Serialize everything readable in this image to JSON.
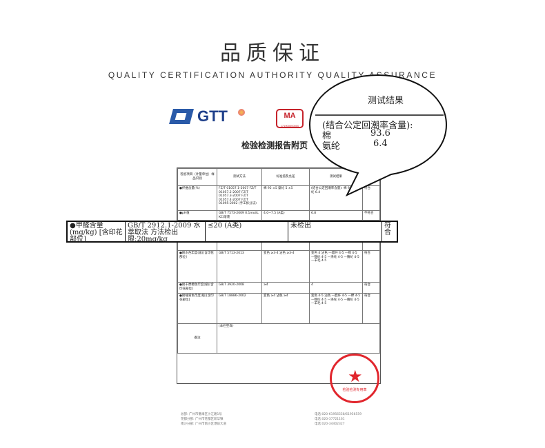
{
  "header": {
    "title": "品质保证",
    "subtitle": "QUALITY CERTIFICATION AUTHORITY QUALITY ASSURANCE"
  },
  "logos": {
    "gtt": "GTT",
    "cma": "MA",
    "cma_sub": "171900000000"
  },
  "report": {
    "title": "检验检测报告附页",
    "columns": [
      "检验项目（计量单位）样品识别",
      "测试方法",
      "标准值及允差",
      "测试结果",
      "单项判定"
    ],
    "rows": [
      {
        "item": "●纤维含量(%)",
        "method": "FZ/T 01057.1-2007 FZ/T 01057.2-2007 FZ/T 01057.3-2007 FZ/T 01057.4-2007 FZ/T 01095-2002 (手工拆分法)",
        "standard": "棉 95 ±5 氨纶 5 ±5",
        "result": "(结合公定回潮率含量): 棉 93.6 氨纶 6.4",
        "verdict": "符合"
      },
      {
        "item": "●pH值",
        "method": "GB/T 7573-2009 0.1mol/L KCl溶液",
        "standard": "4.0~7.5 (A类)",
        "result": "6.8",
        "verdict": "不符合"
      },
      {
        "item": "●耐水色牢度(级)[含印花部位]",
        "method": "GB/T 5713-2013",
        "standard": "变色 ≥3-4 沾色 ≥3-4",
        "result": "变色 4 沾色 —醋纤 4-5 —棉 4-5 —锦纶 4-5 —涤纶 4-5 —腈纶 4-5 —羊毛 4-5",
        "verdict": "符合"
      },
      {
        "item": "●耐干摩擦色牢度(级)[含印花部位]",
        "method": "GB/T 3920-2008",
        "standard": "≥4",
        "result": "4",
        "verdict": "符合"
      },
      {
        "item": "●耐唾液色牢度(级)[含印花部位]",
        "method": "GB/T 18886-2002",
        "standard": "变色 ≥4 沾色 ≥4",
        "result": "变色 4-5 沾色 —醋纤 4-5 —棉 4-5 —锦纶 4-5 —涤纶 4-5 —腈纶 4-5 —羊毛 4-5",
        "verdict": "符合"
      }
    ],
    "remark_label": "备注",
    "remark_text": "(本栏空白)",
    "stamp_text": "检验检测专用章"
  },
  "overlay": {
    "item": "●甲醛含量 (mg/kg) [含印花部位]",
    "method": "GB/T 2912.1-2009 水萃取法 方法检出限:20mg/kg",
    "standard": "≤20 (A类)",
    "result": "未检出",
    "verdict": "符合"
  },
  "bubble": {
    "header": "测试结果",
    "line1": "(结合公定回潮率含量):",
    "line2_label": "棉",
    "line2_value": "93.6",
    "line3_label": "氨纶",
    "line3_value": "6.4"
  },
  "footer": {
    "left": [
      "总部: 广州市番禺区沙江路1号",
      "花都分部: 广州市花都区新华镇",
      "南沙分部: 广州市南沙区港前大道"
    ],
    "right": [
      "电话:020-61956558/61956559",
      "电话:020-37721161",
      "电话:020-34402327"
    ]
  }
}
